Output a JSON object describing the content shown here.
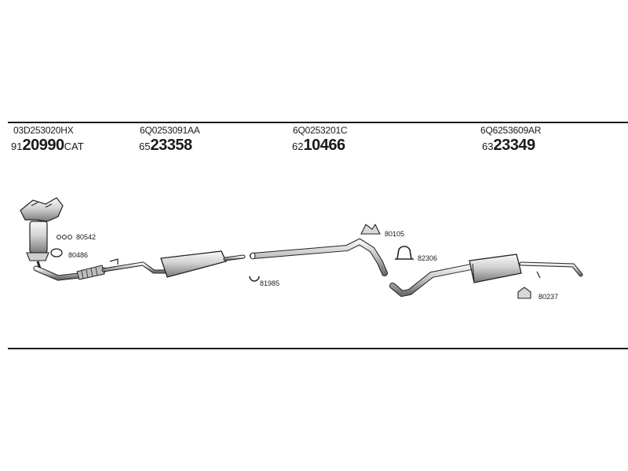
{
  "parts": [
    {
      "oe_number": "03D253020HX",
      "prefix": "91",
      "article": "20990",
      "suffix": "CAT"
    },
    {
      "oe_number": "6Q0253091AA",
      "prefix": "65",
      "article": "23358",
      "suffix": ""
    },
    {
      "oe_number": "6Q0253201C",
      "prefix": "62",
      "article": "10466",
      "suffix": ""
    },
    {
      "oe_number": "6Q6253609AR",
      "prefix": "63",
      "article": "23349",
      "suffix": ""
    }
  ],
  "accessories": [
    {
      "label": "80542"
    },
    {
      "label": "80486"
    },
    {
      "label": "81985"
    },
    {
      "label": "80105"
    },
    {
      "label": "82306"
    },
    {
      "label": "80237"
    }
  ]
}
